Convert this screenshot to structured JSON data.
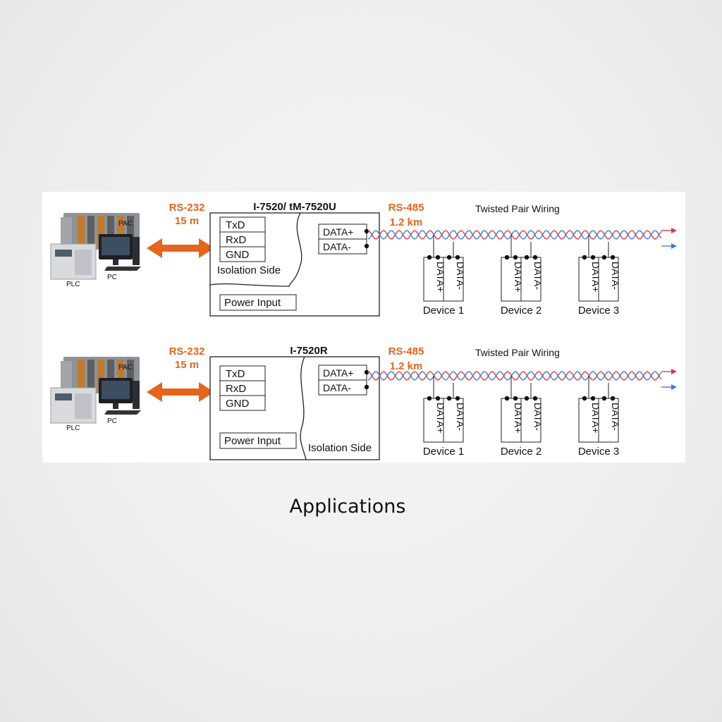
{
  "caption": "Applications",
  "colors": {
    "orange": "#e5641e",
    "wire_red": "#d93a4a",
    "wire_blue": "#3a7fc8",
    "line": "#222222"
  },
  "diagrams": [
    {
      "model": "I-7520/ tM-7520U",
      "rs232": "RS-232",
      "rs232_dist": "15 m",
      "rs485": "RS-485",
      "rs485_dist": "1.2 km",
      "twisted": "Twisted Pair Wiring",
      "host_labels": {
        "pac": "PAC",
        "plc": "PLC",
        "pc": "PC"
      },
      "pins": [
        "TxD",
        "RxD",
        "GND"
      ],
      "isolation": "Isolation Side",
      "power": "Power Input",
      "data_plus": "DATA+",
      "data_minus": "DATA-",
      "devices": [
        "Device 1",
        "Device 2",
        "Device 3"
      ]
    },
    {
      "model": "I-7520R",
      "rs232": "RS-232",
      "rs232_dist": "15 m",
      "rs485": "RS-485",
      "rs485_dist": "1.2 km",
      "twisted": "Twisted Pair Wiring",
      "host_labels": {
        "pac": "PAC",
        "plc": "PLC",
        "pc": "PC"
      },
      "pins": [
        "TxD",
        "RxD",
        "GND"
      ],
      "isolation": "Isolation Side",
      "power": "Power Input",
      "data_plus": "DATA+",
      "data_minus": "DATA-",
      "devices": [
        "Device 1",
        "Device 2",
        "Device 3"
      ]
    }
  ]
}
